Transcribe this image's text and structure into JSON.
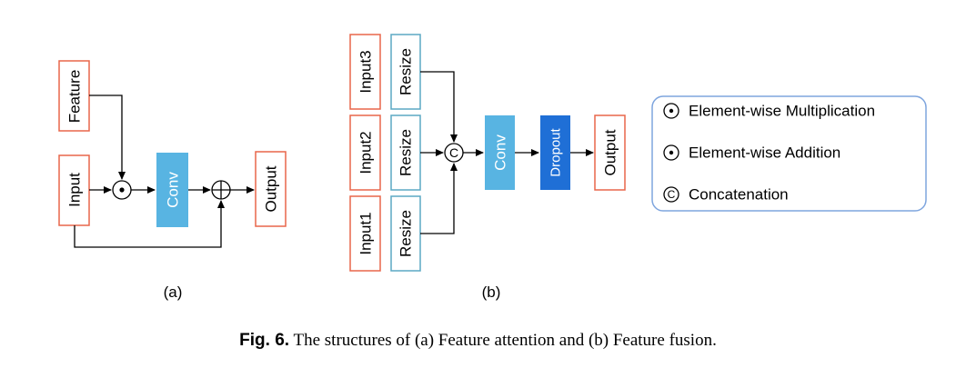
{
  "panel_a": {
    "label": "(a)",
    "feature": "Feature",
    "input": "Input",
    "conv": "Conv",
    "output": "Output"
  },
  "panel_b": {
    "label": "(b)",
    "inputs": [
      "Input3",
      "Input2",
      "Input1"
    ],
    "resize": "Resize",
    "concat_symbol": "C",
    "conv": "Conv",
    "dropout": "Dropout",
    "output": "Output"
  },
  "legend": {
    "items": [
      {
        "symbol": "dot",
        "label": "Element-wise Multiplication"
      },
      {
        "symbol": "dot",
        "label": "Element-wise Addition"
      },
      {
        "symbol": "C",
        "label": "Concatenation"
      }
    ]
  },
  "caption": {
    "lead": "Fig. 6.",
    "text": " The structures of (a) Feature attention and (b) Feature fusion."
  },
  "colors": {
    "orange_box": "#e8664a",
    "teal_box": "#5ba9c4",
    "conv_fill": "#58b4e2",
    "dropout_fill": "#1f6fd6",
    "legend_border": "#7ea5de"
  }
}
